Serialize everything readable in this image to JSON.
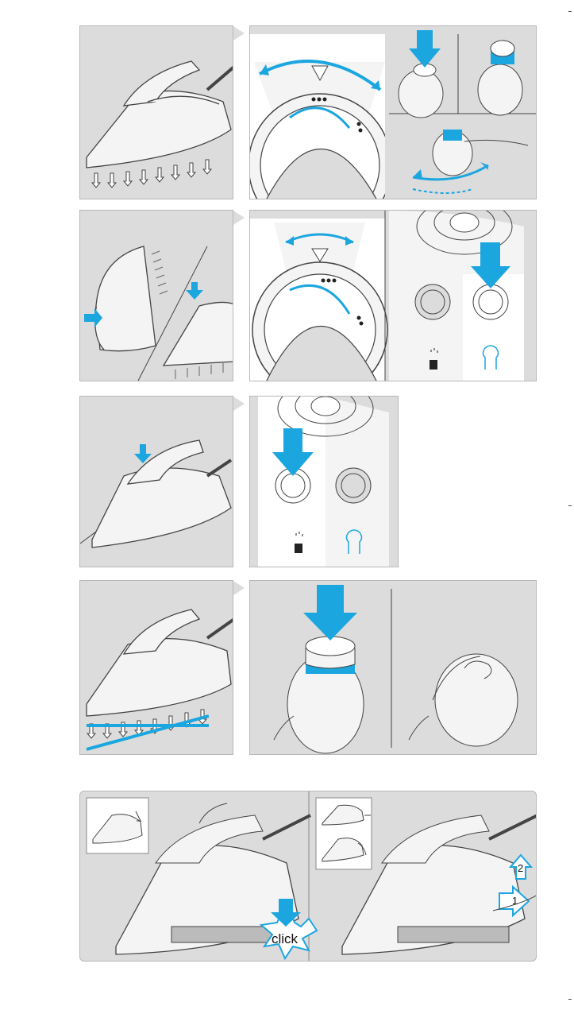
{
  "page": {
    "title": "",
    "accent_color": "#1ba6e0",
    "panel_color": "#dcdcdc"
  },
  "rows": [
    {
      "name": "steam-ironing",
      "icons": [
        "iron-steam-icon",
        "steam-dial-icon",
        "steam-button-press-icon",
        "steam-dial-turn-icon"
      ]
    },
    {
      "name": "vertical-steam",
      "icons": [
        "iron-vertical-icon",
        "steam-dial-icon",
        "steam-shot-button-icon"
      ]
    },
    {
      "name": "spray",
      "icons": [
        "iron-spray-icon",
        "spray-button-icon"
      ]
    },
    {
      "name": "self-clean",
      "icons": [
        "iron-no-steam-icon",
        "clean-button-icon"
      ]
    },
    {
      "name": "anti-calc",
      "icons": [
        "iron-soleplate-icon",
        "cartridge-click-icon",
        "cartridge-release-icon"
      ]
    }
  ],
  "labels": {
    "click": "click",
    "step_one": "1",
    "step_two": "2"
  }
}
